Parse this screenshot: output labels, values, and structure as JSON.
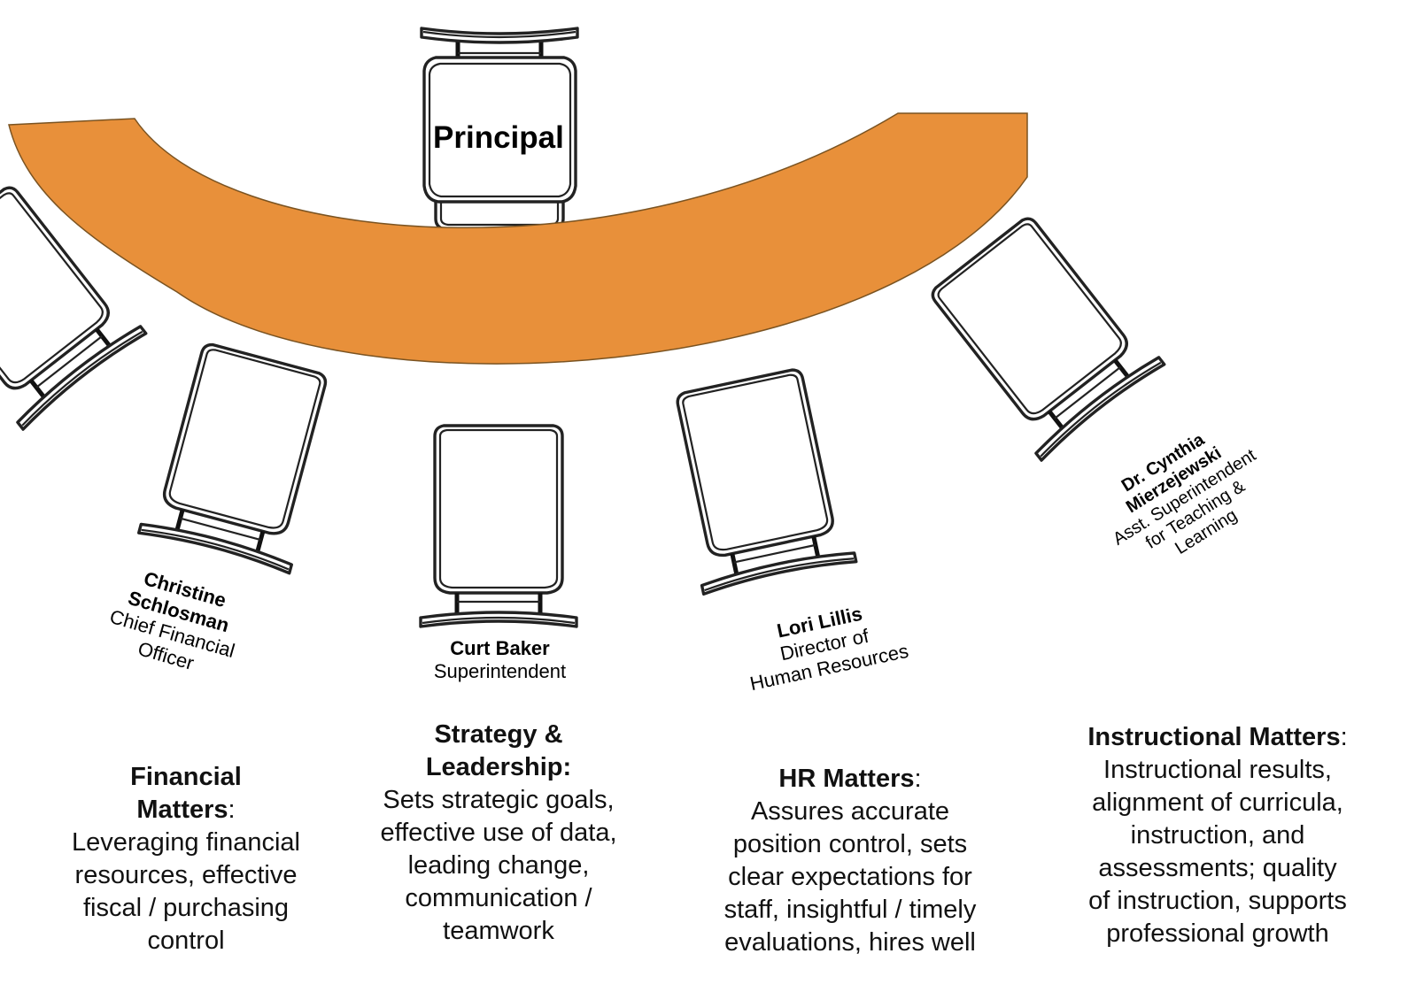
{
  "table": {
    "color": "#e8903a",
    "outline": "#7a5321"
  },
  "principal": {
    "label": "Principal"
  },
  "people": {
    "schlosman": {
      "name_1": "Christine",
      "name_2": "Schlosman",
      "title_1": "Chief Financial",
      "title_2": "Officer"
    },
    "baker": {
      "name": "Curt Baker",
      "title": "Superintendent"
    },
    "lillis": {
      "name": "Lori Lillis",
      "title_1": "Director of",
      "title_2": "Human Resources"
    },
    "mierzejewski": {
      "name_1": "Dr. Cynthia",
      "name_2": "Mierzejewski",
      "title_1": "Asst. Superintendent",
      "title_2": "for Teaching &",
      "title_3": "Learning"
    }
  },
  "columns": {
    "financial": {
      "head_1": "Financial",
      "head_2": "Matters",
      "head_suffix": ":",
      "lines": [
        "Leveraging financial",
        "resources, effective",
        "fiscal / purchasing",
        "control"
      ]
    },
    "strategy": {
      "head_1": "Strategy &",
      "head_2": "Leadership:",
      "lines": [
        "Sets strategic goals,",
        "effective use of data,",
        "leading change,",
        "communication /",
        "teamwork"
      ]
    },
    "hr": {
      "head": "HR Matters",
      "head_suffix": ":",
      "lines": [
        "Assures accurate",
        "position control, sets",
        "clear expectations for",
        "staff, insightful / timely",
        "evaluations, hires well"
      ]
    },
    "instructional": {
      "head": "Instructional Matters",
      "head_suffix": ":",
      "lines": [
        "Instructional results,",
        "alignment of curricula,",
        "instruction, and",
        "assessments; quality",
        "of instruction, supports",
        "professional growth"
      ]
    }
  }
}
